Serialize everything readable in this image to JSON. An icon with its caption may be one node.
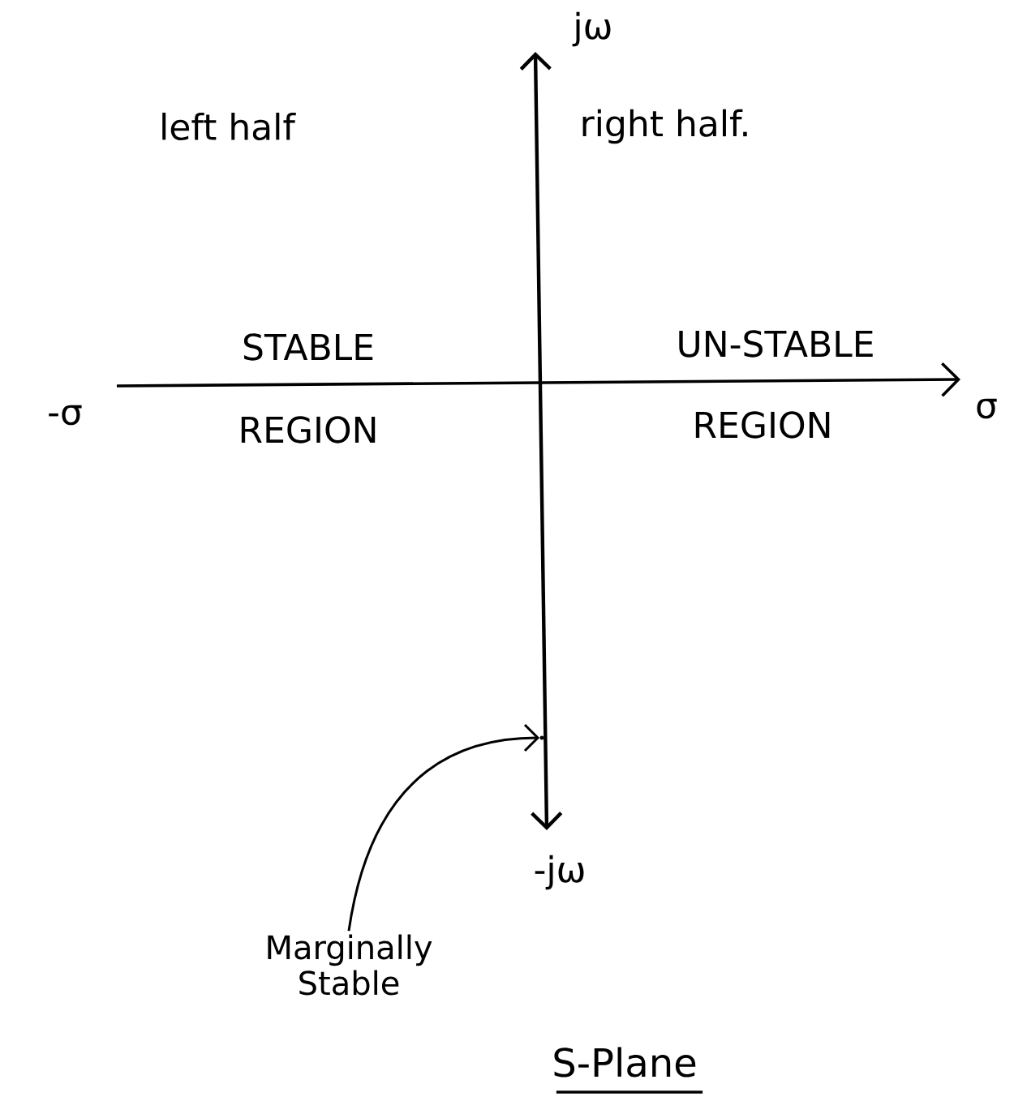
{
  "diagram": {
    "title": "S-Plane",
    "nodes": [
      {
        "text": [
          "Marginally Stable"
        ]
      },
      {
        "text": [],
        "shape": "point"
      }
    ],
    "edges": [
      {
        "from": 0,
        "to": 1,
        "arrow": "to"
      }
    ],
    "labels": [
      "jω",
      "left half",
      "right half.",
      "STABLE",
      "UN-STABLE",
      "-σ",
      "σ",
      "REGION",
      "REGION",
      "-jω"
    ]
  }
}
